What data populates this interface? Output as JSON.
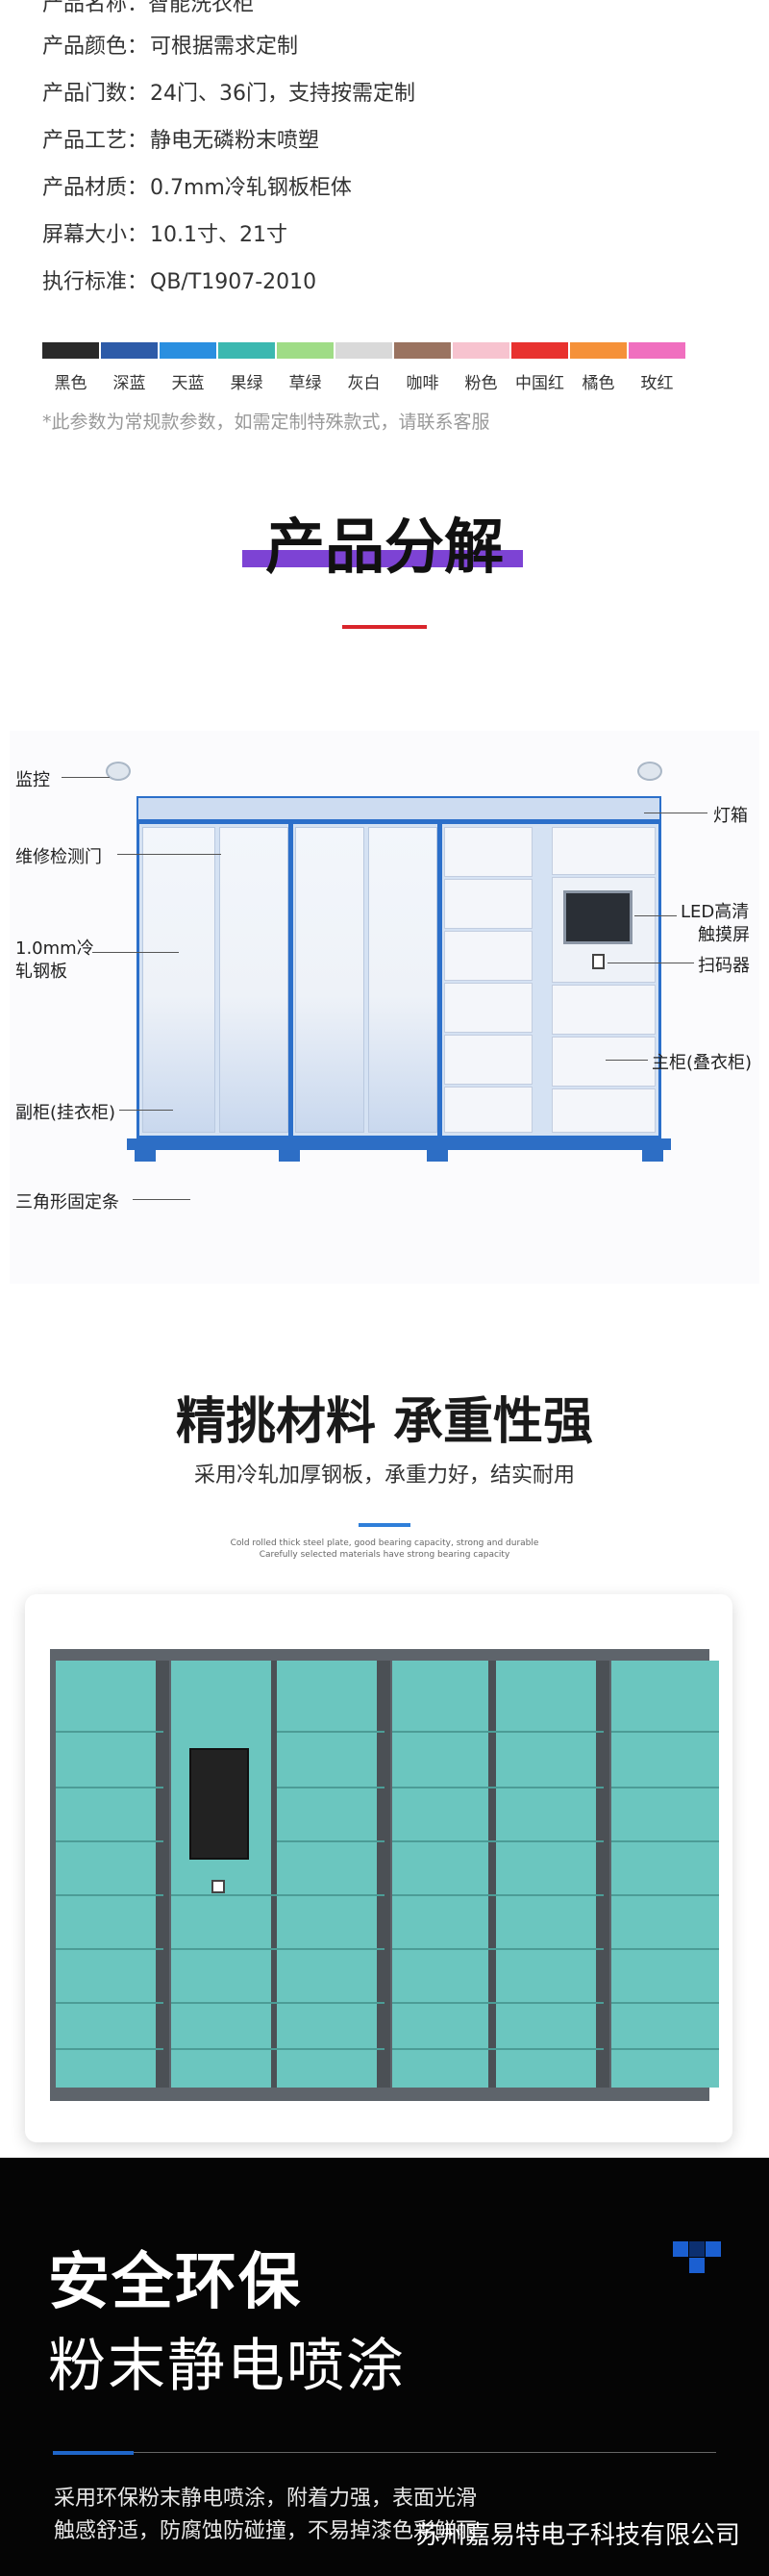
{
  "specs": {
    "top_partial": "产品名称：智能洗衣柜",
    "rows": [
      {
        "label": "产品颜色：",
        "value": "可根据需求定制"
      },
      {
        "label": "产品门数：",
        "value": "24门、36门，支持按需定制"
      },
      {
        "label": "产品工艺：",
        "value": "静电无磷粉末喷塑"
      },
      {
        "label": "产品材质：",
        "value": "0.7mm冷轧钢板柜体"
      },
      {
        "label": "屏幕大小：",
        "value": "10.1寸、21寸"
      },
      {
        "label": "执行标准：",
        "value": "QB/T1907-2010"
      }
    ],
    "colors": [
      {
        "name": "黑色",
        "hex": "#2a2a2a"
      },
      {
        "name": "深蓝",
        "hex": "#2d5ba8"
      },
      {
        "name": "天蓝",
        "hex": "#2a8fe0"
      },
      {
        "name": "果绿",
        "hex": "#3bb8b0"
      },
      {
        "name": "草绿",
        "hex": "#9fdc86"
      },
      {
        "name": "灰白",
        "hex": "#d9d9d9"
      },
      {
        "name": "咖啡",
        "hex": "#9a7360"
      },
      {
        "name": "粉色",
        "hex": "#f7c3cf"
      },
      {
        "name": "中国红",
        "hex": "#e8322f"
      },
      {
        "name": "橘色",
        "hex": "#f59139"
      },
      {
        "name": "玫红",
        "hex": "#f06fbf"
      }
    ],
    "note": "*此参数为常规款参数，如需定制特殊款式，请联系客服"
  },
  "decomposition": {
    "title": "产品分解",
    "labels": {
      "monitor": "监控",
      "light_box": "灯箱",
      "service_door": "维修检测门",
      "led_screen_1": "LED高清",
      "led_screen_2": "触摸屏",
      "scanner": "扫码器",
      "steel_1": "1.0mm冷",
      "steel_2": "轧钢板",
      "main_cabinet": "主柜(叠衣柜)",
      "sub_cabinet": "副柜(挂衣柜)",
      "triangle_bar": "三角形固定条"
    }
  },
  "material": {
    "title": "精挑材料 承重性强",
    "subtitle": "采用冷轧加厚钢板，承重力好，结实耐用",
    "en_line1": "Cold rolled thick steel plate, good bearing capacity, strong and durable",
    "en_line2": "Carefully selected materials have strong bearing capacity"
  },
  "coating": {
    "title": "安全环保",
    "subtitle": "粉末静电喷涂",
    "desc_line1": "采用环保粉末静电喷涂，附着力强，表面光滑",
    "desc_line2": "触感舒适，防腐蚀防碰撞，不易掉漆色彩鲜丽",
    "company": "苏州嘉易特电子科技有限公司"
  }
}
